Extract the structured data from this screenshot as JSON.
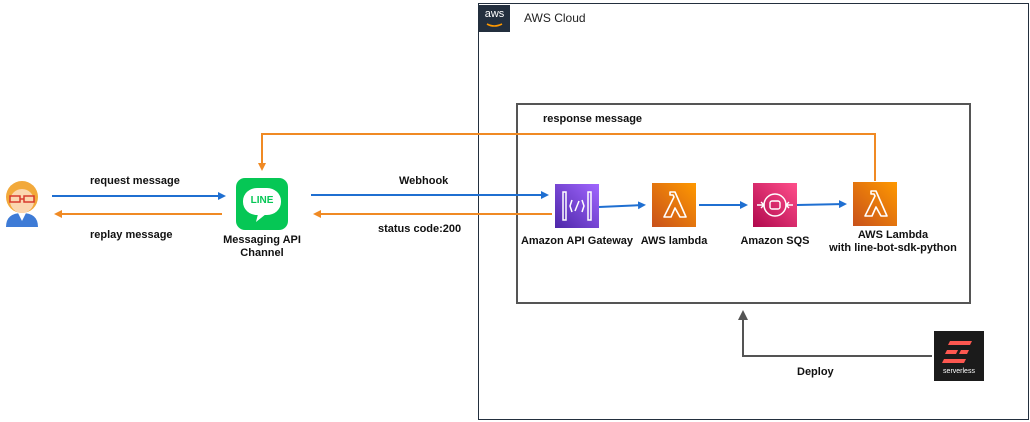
{
  "cloud": {
    "title": "AWS Cloud",
    "badge": "aws"
  },
  "actors": {
    "user": {
      "icon": "user-icon"
    },
    "line_channel": {
      "logo_text": "LINE",
      "label_line1": "Messaging API",
      "label_line2": "Channel"
    }
  },
  "flows": {
    "request": "request message",
    "replay": "replay message",
    "webhook": "Webhook",
    "status": "status code:200",
    "response": "response message",
    "deploy": "Deploy"
  },
  "services": {
    "api_gateway": {
      "label": "Amazon API Gateway",
      "icon": "api-gateway-icon",
      "color": "#a166ff"
    },
    "lambda": {
      "label": "AWS lambda",
      "icon": "lambda-icon",
      "color": "#ed7100"
    },
    "sqs": {
      "label": "Amazon SQS",
      "icon": "sqs-icon",
      "color": "#e7157b"
    },
    "lambda_bot": {
      "label_line1": "AWS Lambda",
      "label_line2": "with line-bot-sdk-python",
      "icon": "lambda-icon",
      "color": "#ed7100"
    }
  },
  "serverless": {
    "wordmark": "serverless",
    "icon": "serverless-logo"
  },
  "colors": {
    "blue_arrow": "#1f6fd1",
    "orange_arrow": "#f08a24",
    "dark_arrow": "#545454"
  }
}
